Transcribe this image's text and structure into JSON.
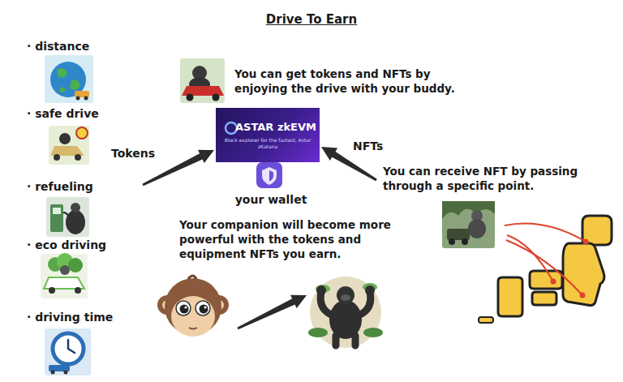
{
  "diagram": {
    "title": "Drive To Earn",
    "nodes": [
      {
        "text": [
          "· distance",
          "· safe drive",
          "· refueling",
          "· eco driving",
          "· driving time"
        ]
      },
      {
        "text": [
          "ASTAR zkEVM",
          "Block explorer for the fastest, Astar zKatana"
        ]
      },
      {
        "text": [
          "your wallet"
        ]
      },
      {
        "text": [
          "You can receive NFT by passing through a specific point."
        ]
      }
    ],
    "edges": [
      {
        "from": 0,
        "to": 1,
        "label": "Tokens",
        "arrow": "to"
      },
      {
        "from": 3,
        "to": 1,
        "label": "NFTs",
        "arrow": "to"
      }
    ],
    "labels": [
      "You can get tokens and NFTs by enjoying the drive with your buddy.",
      "Your companion will become more powerful with the tokens and equipment NFTs you earn."
    ]
  }
}
